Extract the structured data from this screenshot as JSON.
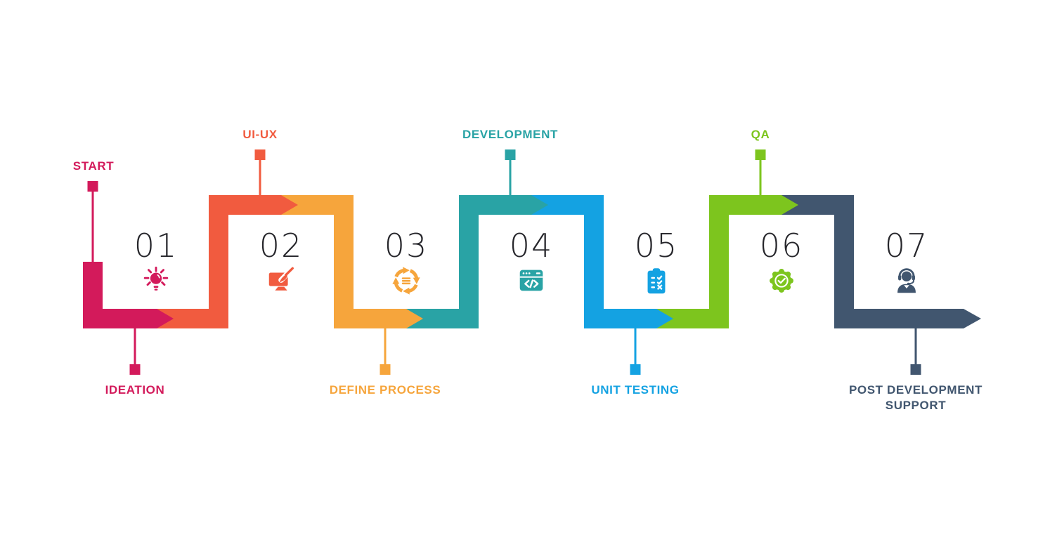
{
  "figure": {
    "background_color": "#ffffff",
    "number_color": "#26262B",
    "start_label": "START",
    "steps": [
      {
        "number": "01",
        "label": "IDEATION",
        "color": "#D31A5B",
        "icon": "lightbulb-icon",
        "label_position": "bottom"
      },
      {
        "number": "02",
        "label": "UI-UX",
        "color": "#F15B3F",
        "icon": "design-monitor-icon",
        "label_position": "top"
      },
      {
        "number": "03",
        "label": "DEFINE PROCESS",
        "color": "#F6A53C",
        "icon": "process-cycle-icon",
        "label_position": "bottom"
      },
      {
        "number": "04",
        "label": "DEVELOPMENT",
        "color": "#29A3A5",
        "icon": "code-window-icon",
        "label_position": "top"
      },
      {
        "number": "05",
        "label": "UNIT TESTING",
        "color": "#14A2E2",
        "icon": "checklist-icon",
        "label_position": "bottom"
      },
      {
        "number": "06",
        "label": "QA",
        "color": "#7DC51E",
        "icon": "quality-badge-icon",
        "label_position": "top"
      },
      {
        "number": "07",
        "label": "POST DEVELOPMENT SUPPORT",
        "color": "#41566F",
        "icon": "support-agent-icon",
        "label_position": "bottom"
      }
    ]
  }
}
